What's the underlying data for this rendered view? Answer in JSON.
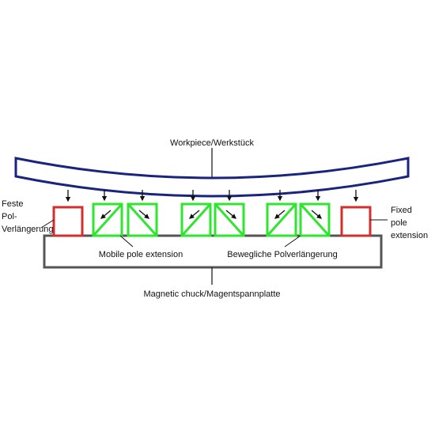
{
  "labels": {
    "workpiece": "Workpiece/Werkstück",
    "chuck": "Magnetic chuck/Magentspannplatte",
    "mobile_en": "Mobile pole extension",
    "mobile_de": "Bewegliche Polverlängerung",
    "fixed_de": [
      "Feste",
      "Pol-",
      "Verlängerung"
    ],
    "fixed_en": [
      "Fixed",
      "pole",
      "extension"
    ]
  },
  "colors": {
    "workpiece": "#1a237e",
    "chuck": "#555555",
    "fixed_pole": "#d32f2f",
    "mobile_pole": "#2ee62e",
    "arrow": "#111111"
  }
}
